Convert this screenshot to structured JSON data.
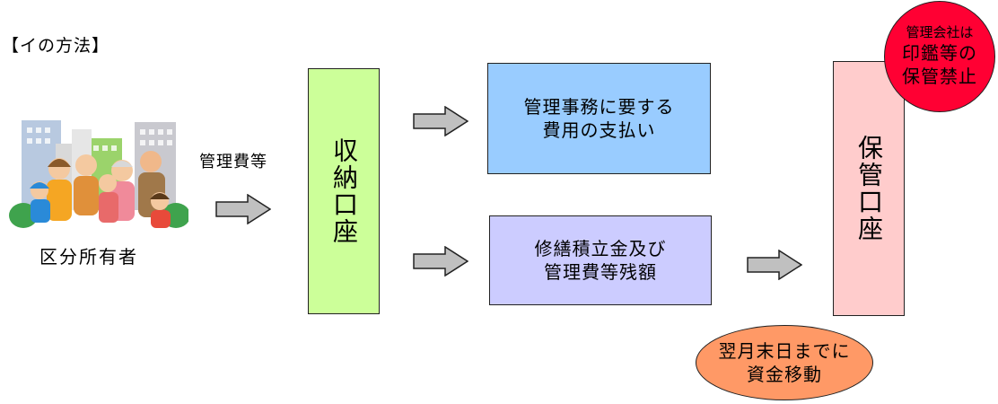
{
  "title": "【イの方法】",
  "owners": {
    "label": "区分所有者"
  },
  "fee_label": "管理費等",
  "boxes": {
    "receiving": "収納口座",
    "management_costs": "管理事務に要する\n費用の支払い",
    "reserve": "修繕積立金及び\n管理費等残額",
    "custody": "保管口座"
  },
  "badge": {
    "line1": "管理会社は",
    "line2": "印鑑等の\n保管禁止"
  },
  "transfer_note": "翌月末日までに\n資金移動",
  "colors": {
    "receiving": "#ccff99",
    "management_costs": "#99ccff",
    "reserve": "#ccccff",
    "custody": "#ffcccc",
    "badge": "#ff0033",
    "transfer_note": "#ff9966",
    "arrow": "#c0c0c0"
  }
}
